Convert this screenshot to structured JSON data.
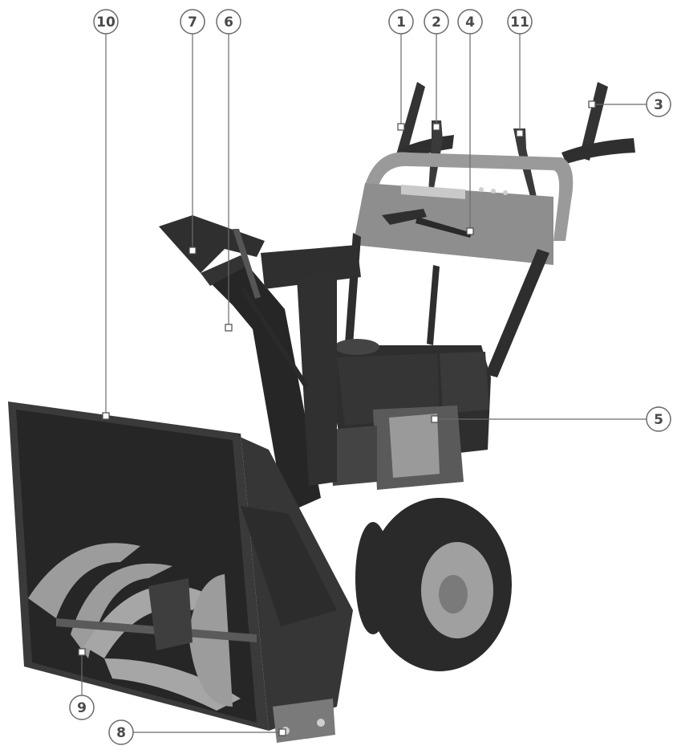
{
  "callouts": [
    {
      "id": "c10",
      "label": "10"
    },
    {
      "id": "c7",
      "label": "7"
    },
    {
      "id": "c6",
      "label": "6"
    },
    {
      "id": "c1",
      "label": "1"
    },
    {
      "id": "c2",
      "label": "2"
    },
    {
      "id": "c4",
      "label": "4"
    },
    {
      "id": "c11",
      "label": "11"
    },
    {
      "id": "c3",
      "label": "3"
    },
    {
      "id": "c5",
      "label": "5"
    },
    {
      "id": "c9",
      "label": "9"
    },
    {
      "id": "c8",
      "label": "8"
    }
  ],
  "colors": {
    "frame": "#2e2e2e",
    "housing": "#3a3a3a",
    "housing_inner": "#262626",
    "panel": "#8e8e8e",
    "auger": "#9c9c9c",
    "tire": "#2a2a2a",
    "rim": "#a0a0a0",
    "leader": "#6b6b6b"
  }
}
